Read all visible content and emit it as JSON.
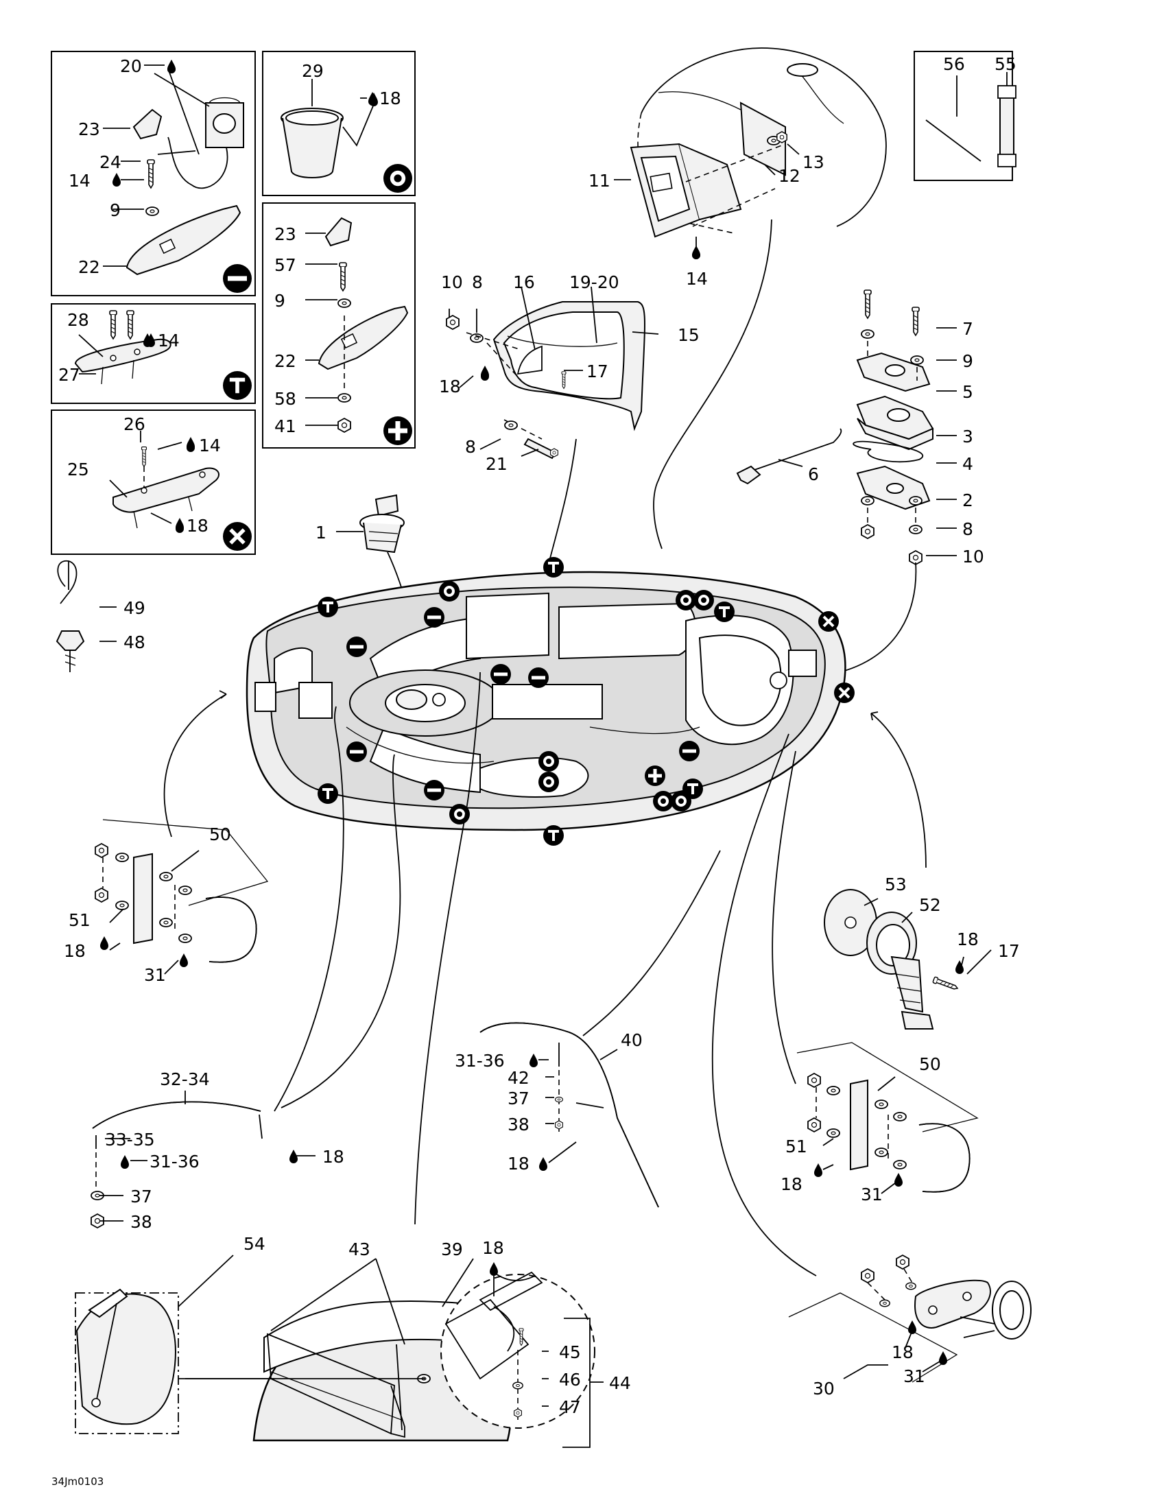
{
  "reference_code": "34Jm0103",
  "labels": {
    "l1": "1",
    "l2": "2",
    "l3": "3",
    "l4": "4",
    "l5": "5",
    "l6": "6",
    "l7": "7",
    "l8a": "8",
    "l8b": "8",
    "l8c": "8",
    "l9a": "9",
    "l9b": "9",
    "l9c": "9",
    "l10a": "10",
    "l10b": "10",
    "l11": "11",
    "l12": "12",
    "l13": "13",
    "l14a": "14",
    "l14b": "14",
    "l14c": "14",
    "l14d": "14",
    "l15": "15",
    "l16": "16",
    "l17a": "17",
    "l17b": "17",
    "l18a": "18",
    "l18b": "18",
    "l18c": "18",
    "l18d": "18",
    "l18e": "18",
    "l18f": "18",
    "l18g": "18",
    "l18h": "18",
    "l18i": "18",
    "l18j": "18",
    "l19_20": "19-20",
    "l20": "20",
    "l21": "21",
    "l22a": "22",
    "l22b": "22",
    "l23a": "23",
    "l23b": "23",
    "l24": "24",
    "l25": "25",
    "l26": "26",
    "l27": "27",
    "l28": "28",
    "l29": "29",
    "l30": "30",
    "l31a": "31",
    "l31b": "31",
    "l31c": "31",
    "l31_36a": "31-36",
    "l31_36b": "31-36",
    "l32_34": "32-34",
    "l33_35": "33-35",
    "l37a": "37",
    "l37b": "37",
    "l38a": "38",
    "l38b": "38",
    "l39": "39",
    "l40": "40",
    "l41": "41",
    "l42": "42",
    "l43": "43",
    "l44": "44",
    "l45": "45",
    "l46": "46",
    "l47": "47",
    "l48": "48",
    "l49": "49",
    "l50a": "50",
    "l50b": "50",
    "l51a": "51",
    "l51b": "51",
    "l52": "52",
    "l53": "53",
    "l54": "54",
    "l55": "55",
    "l56": "56",
    "l57": "57",
    "l58": "58"
  },
  "symbols": {
    "ring": "ring-symbol",
    "minus": "minus-symbol",
    "tee": "t-symbol",
    "plus": "plus-symbol",
    "cross": "x-symbol",
    "drop": "drop-icon"
  }
}
